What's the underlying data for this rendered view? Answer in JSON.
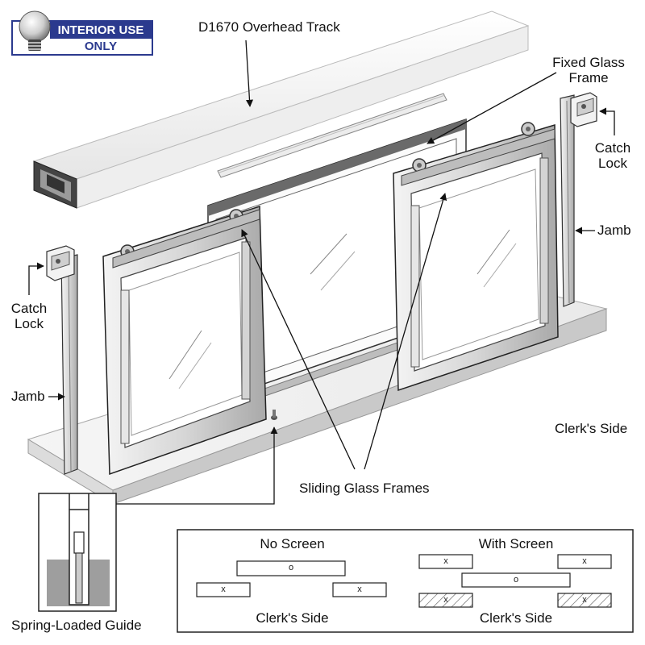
{
  "badge": {
    "line1": "INTERIOR USE",
    "line2": "ONLY"
  },
  "labels": {
    "overhead_track": "D1670 Overhead Track",
    "fixed_glass_frame_1": "Fixed Glass",
    "fixed_glass_frame_2": "Frame",
    "catch_lock_right_1": "Catch",
    "catch_lock_right_2": "Lock",
    "jamb_right": "Jamb",
    "catch_lock_left_1": "Catch",
    "catch_lock_left_2": "Lock",
    "jamb_left": "Jamb",
    "clerks_side_main": "Clerk's Side",
    "sliding_glass_frames": "Sliding Glass Frames",
    "spring_loaded_guide": "Spring-Loaded Guide"
  },
  "legend": {
    "no_screen": {
      "title": "No Screen",
      "center_mark": "o",
      "left_mark": "x",
      "right_mark": "x",
      "footer": "Clerk's Side"
    },
    "with_screen": {
      "title": "With Screen",
      "top_left_mark": "x",
      "top_right_mark": "x",
      "center_mark": "o",
      "bottom_left_mark": "x",
      "bottom_right_mark": "x",
      "footer": "Clerk's Side"
    }
  },
  "colors": {
    "badge_blue": "#2b3a8e",
    "line": "#222222",
    "metal_light": "#eeeeee",
    "metal_mid": "#cfcfcf",
    "metal_dark": "#8a8a8a",
    "counter_top": "#f2f2f2",
    "counter_side": "#c8c8c8"
  }
}
